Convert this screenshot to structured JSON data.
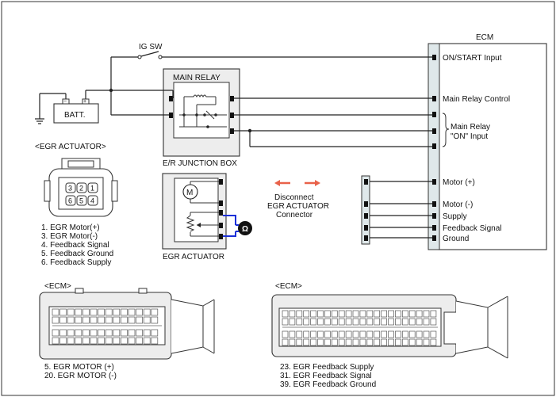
{
  "ecm": {
    "title": "ECM",
    "on_start_input": "ON/START Input",
    "main_relay_control": "Main Relay Control",
    "main_relay_on_input_line1": "Main Relay",
    "main_relay_on_input_line2": "\"ON\" Input",
    "motor_plus": "Motor (+)",
    "motor_minus": "Motor (-)",
    "supply": "Supply",
    "feedback_signal": "Feedback Signal",
    "ground": "Ground"
  },
  "ig_sw": "IG SW",
  "battery": "BATT.",
  "main_relay": "MAIN RELAY",
  "er_junction_box": "E/R JUNCTION BOX",
  "egr_actuator_header": "<EGR ACTUATOR>",
  "egr_actuator_label": "EGR ACTUATOR",
  "motor_symbol": "M",
  "disconnect": {
    "line1": "Disconnect",
    "line2": "EGR ACTUATOR",
    "line3": "Connector"
  },
  "connector_pins": [
    "3",
    "2",
    "1",
    "6",
    "5",
    "4"
  ],
  "egr_pin_list": [
    "1. EGR Motor(+)",
    "3. EGR Motor(-)",
    "4. Feedback Signal",
    "5. Feedback Ground",
    "6. Feedback Supply"
  ],
  "ecm_left": {
    "header": "<ECM>",
    "notes": [
      "5. EGR MOTOR (+)",
      "20. EGR MOTOR (-)"
    ]
  },
  "ecm_right": {
    "header": "<ECM>",
    "notes": [
      "23. EGR Feedback Supply",
      "31. EGR Feedback Signal",
      "39. EGR Feedback Ground"
    ]
  },
  "colors": {
    "line": "#222222",
    "ecm_fill": "#dfe8ea",
    "box_fill": "#ededed",
    "arrow": "#e8624a",
    "blue_wire": "#1a2fd8"
  }
}
